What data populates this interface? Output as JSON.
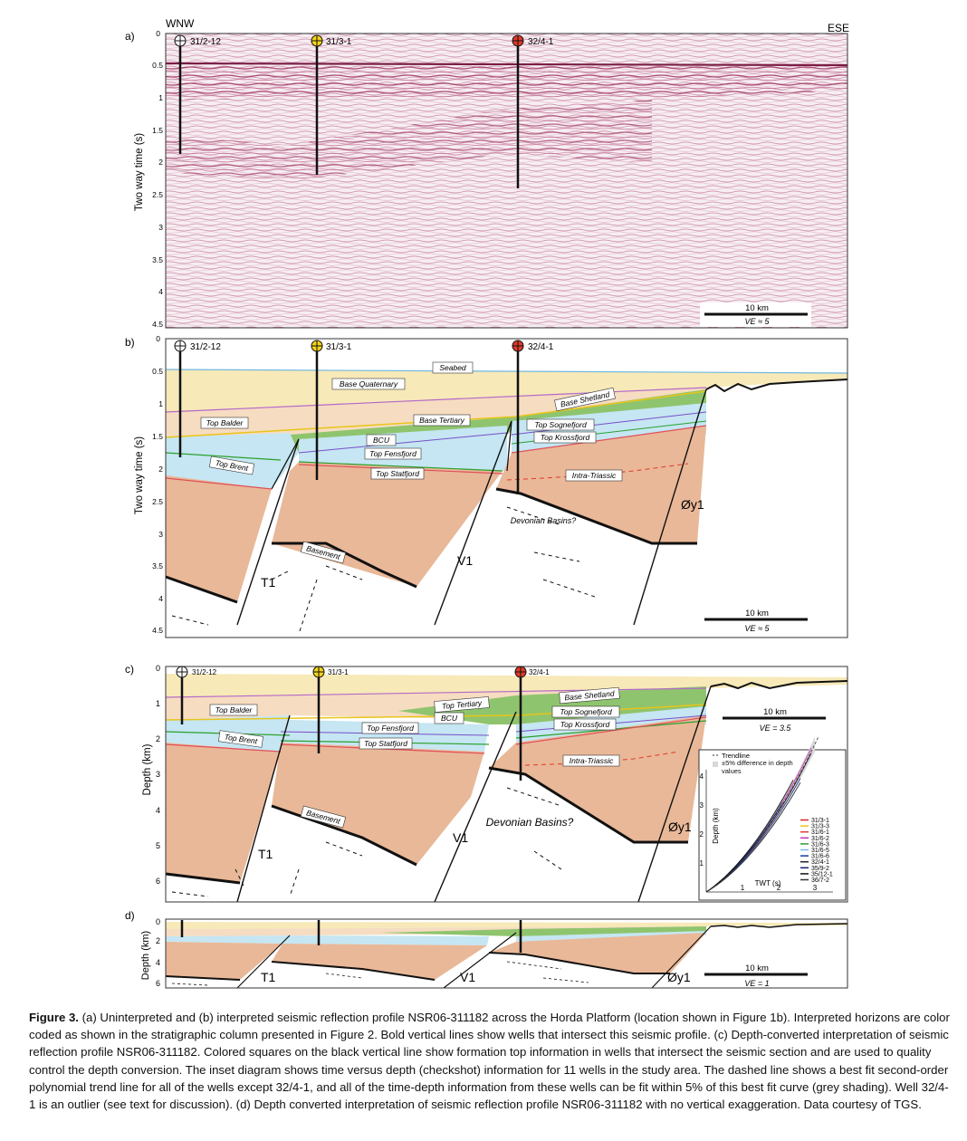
{
  "panels": {
    "a": {
      "label": "a)",
      "dir_left": "WNW",
      "dir_right": "ESE",
      "ylabel": "Two way time (s)",
      "yticks": [
        "0",
        "0.5",
        "1",
        "1.5",
        "2",
        "2.5",
        "3",
        "3.5",
        "4",
        "4.5"
      ],
      "wells": [
        "31/2-12",
        "31/3-1",
        "32/4-1"
      ],
      "scale_label": "10 km",
      "ve_label": "VE ≈ 5"
    },
    "b": {
      "label": "b)",
      "ylabel": "Two way time (s)",
      "yticks": [
        "0",
        "0.5",
        "1",
        "1.5",
        "2",
        "2.5",
        "3",
        "3.5",
        "4",
        "4.5"
      ],
      "wells": [
        "31/2-12",
        "31/3-1",
        "32/4-1"
      ],
      "horizons": [
        "Seabed",
        "Base Quaternary",
        "Base Shetland",
        "Top Balder",
        "Base Tertiary",
        "Top Sognefjord",
        "Top Krossfjord",
        "BCU",
        "Top Fensfjord",
        "Top Brent",
        "Top Statfjord",
        "Intra-Triassic",
        "Basement"
      ],
      "faults": [
        "T1",
        "V1",
        "Øy1"
      ],
      "devonian": "Devonian Basins?",
      "scale_label": "10 km",
      "ve_label": "VE ≈ 5"
    },
    "c": {
      "label": "c)",
      "ylabel": "Depth (km)",
      "yticks": [
        "0",
        "1",
        "2",
        "3",
        "4",
        "5",
        "6"
      ],
      "wells": [
        "31/2-12",
        "31/3-1",
        "32/4-1"
      ],
      "horizons": [
        "Top Balder",
        "Top Tertiary",
        "BCU",
        "Base Shetland",
        "Top Sognefjord",
        "Top Krossfjord",
        "Top Fensfjord",
        "Top Brent",
        "Top Statfjord",
        "Intra-Triassic",
        "Basement"
      ],
      "faults": [
        "T1",
        "V1",
        "Øy1"
      ],
      "devonian": "Devonian Basins?",
      "scale_label": "10 km",
      "ve_label": "VE = 3.5",
      "inset": {
        "legend_trend": "Trendline",
        "legend_shade": "±5% difference in depth values",
        "xlabel": "TWT (s)",
        "ylabel": "Depth (km)",
        "xticks": [
          "1",
          "2",
          "3"
        ],
        "yticks": [
          "1",
          "2",
          "3",
          "4"
        ],
        "wells": [
          {
            "name": "31/3-1",
            "color": "#d62728"
          },
          {
            "name": "31/3-3",
            "color": "#e8c51a"
          },
          {
            "name": "31/6-1",
            "color": "#e03a3a"
          },
          {
            "name": "31/6-2",
            "color": "#c62fb5"
          },
          {
            "name": "31/6-3",
            "color": "#2ca02c"
          },
          {
            "name": "31/6-5",
            "color": "#7db8e8"
          },
          {
            "name": "31/6-6",
            "color": "#1a3aa0"
          },
          {
            "name": "32/4-1",
            "color": "#222222"
          },
          {
            "name": "35/9-2",
            "color": "#1d1d7a"
          },
          {
            "name": "35/12-1",
            "color": "#111111"
          },
          {
            "name": "36/7-2",
            "color": "#333333"
          }
        ]
      }
    },
    "d": {
      "label": "d)",
      "ylabel": "Depth (km)",
      "yticks": [
        "0",
        "2",
        "4",
        "6"
      ],
      "faults": [
        "T1",
        "V1",
        "Øy1"
      ],
      "scale_label": "10 km",
      "ve_label": "VE = 1"
    }
  },
  "caption": {
    "label": "Figure 3.",
    "text": " (a) Uninterpreted and (b) interpreted seismic reflection profile NSR06-311182 across the Horda Platform (location shown in Figure 1b). Interpreted horizons are color coded as shown in the stratigraphic column presented in Figure 2. Bold vertical lines show wells that intersect this seismic profile. (c) Depth-converted interpretation of seismic reflection profile NSR06-311182. Colored squares on the black vertical line show formation top information in wells that intersect the seismic section and are used to quality control the depth conversion. The inset diagram shows time versus depth (checkshot) information for 11 wells in the study area. The dashed line shows a best fit second-order polynomial trend line for all of the wells except 32/4-1, and all of the time-depth information from these wells can be fit within 5% of this best fit curve (grey shading). Well 32/4-1 is an outlier (see text for discussion). (d) Depth converted interpretation of seismic reflection profile NSR06-311182 with no vertical exaggeration. Data courtesy of TGS."
  },
  "colors": {
    "quaternary": "#f7e9b8",
    "tertiary": "#f6dcc0",
    "cretaceous": "#8fc46e",
    "jurassic": "#c5e6f2",
    "triassic": "#e9b898",
    "basement": "#ffffff",
    "seismic": "#b2557a"
  }
}
